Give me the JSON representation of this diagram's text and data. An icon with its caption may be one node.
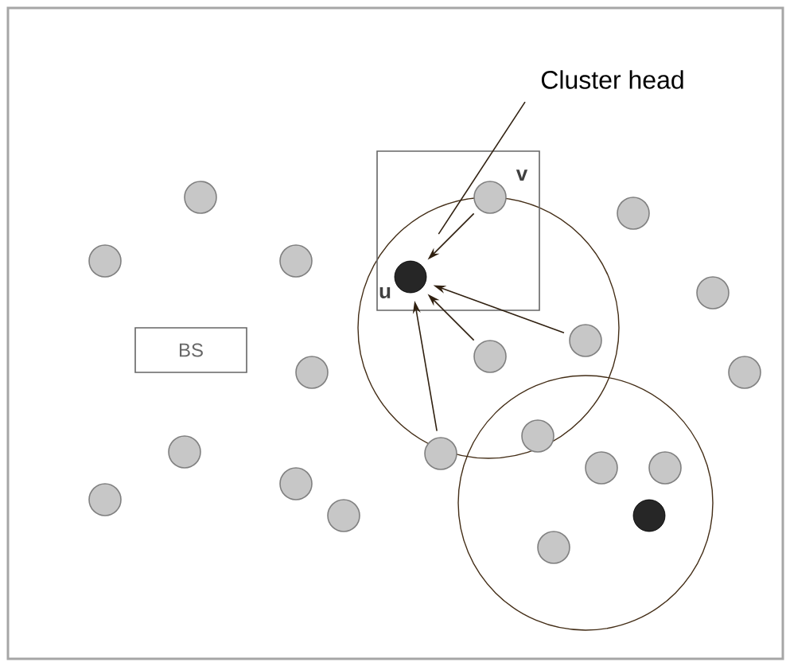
{
  "diagram": {
    "nodes": [
      {
        "text": [
          "Cluster head"
        ]
      },
      {
        "text": [
          "BS"
        ]
      },
      {
        "text": [],
        "shape": "circle"
      },
      {
        "text": [],
        "shape": "circle"
      },
      {
        "text": [],
        "shape": "circle"
      },
      {
        "text": [],
        "shape": "circle"
      },
      {
        "text": [],
        "shape": "circle"
      },
      {
        "text": [],
        "shape": "circle"
      },
      {
        "text": [],
        "shape": "circle"
      },
      {
        "text": [],
        "shape": "circle"
      },
      {
        "text": [],
        "shape": "circle",
        "beside": [
          "u"
        ]
      },
      {
        "text": [],
        "shape": "circle"
      },
      {
        "text": [],
        "shape": "circle",
        "beside": [
          "v"
        ]
      },
      {
        "text": [],
        "shape": "circle"
      },
      {
        "text": [],
        "shape": "circle"
      },
      {
        "text": [],
        "shape": "circle"
      },
      {
        "text": [],
        "shape": "circle"
      },
      {
        "text": [],
        "shape": "circle"
      },
      {
        "text": [],
        "shape": "circle"
      },
      {
        "text": [],
        "shape": "circle"
      },
      {
        "text": [],
        "shape": "circle"
      },
      {
        "text": [],
        "shape": "circle"
      },
      {
        "text": [],
        "shape": "circle"
      }
    ],
    "edges": [
      {
        "from": 0,
        "to": 10,
        "arrow": "none"
      },
      {
        "from": 12,
        "to": 10,
        "arrow": "to"
      },
      {
        "from": 16,
        "to": 10,
        "arrow": "to"
      },
      {
        "from": 13,
        "to": 10,
        "arrow": "to"
      },
      {
        "from": 11,
        "to": 10,
        "arrow": "to"
      }
    ]
  }
}
